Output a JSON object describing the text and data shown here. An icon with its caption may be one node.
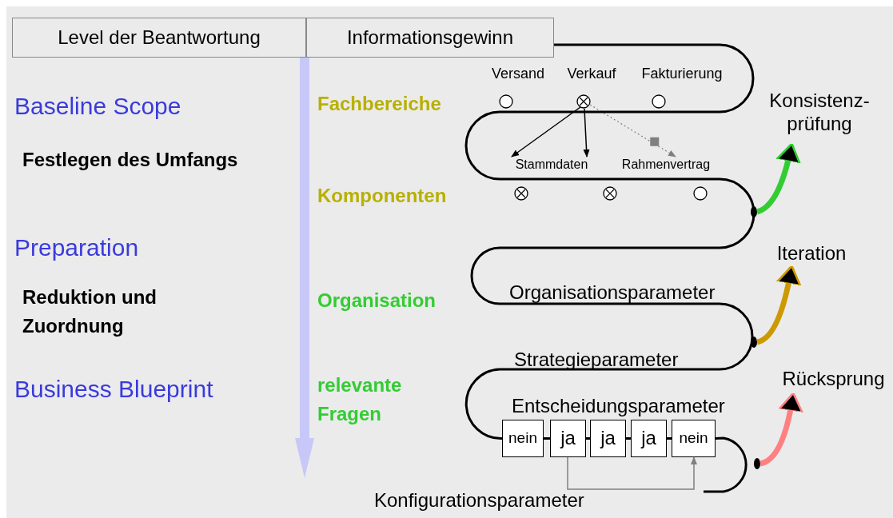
{
  "diagram": {
    "nodes": [
      {
        "text": [
          "Level der Beantwortung"
        ]
      },
      {
        "text": [
          "Informationsgewinn"
        ]
      },
      {
        "text": [
          "Versand"
        ]
      },
      {
        "text": [
          "Verkauf"
        ]
      },
      {
        "text": [
          "Fakturierung"
        ]
      },
      {
        "text": [
          "Stammdaten"
        ]
      },
      {
        "text": [
          "Rahmenvertrag"
        ]
      },
      {
        "text": [],
        "shape": "circle"
      },
      {
        "text": [],
        "shape": "circle"
      },
      {
        "text": [],
        "shape": "circle"
      },
      {
        "text": [
          "nein"
        ]
      },
      {
        "text": [
          "ja"
        ]
      },
      {
        "text": [
          "ja"
        ]
      },
      {
        "text": [
          "ja"
        ]
      },
      {
        "text": [
          "nein"
        ]
      },
      {
        "text": [
          "Konsistenz- prüfung"
        ]
      },
      {
        "text": [
          "Iteration"
        ]
      },
      {
        "text": [
          "Rücksprung"
        ]
      }
    ],
    "edges": [
      {
        "from": 3,
        "to": 5,
        "arrow": "to"
      },
      {
        "from": 3,
        "to": 5,
        "arrow": "to"
      },
      {
        "from": 3,
        "to": 6,
        "arrow": "to",
        "style": "dashed",
        "color": "#808080"
      },
      {
        "from": 10,
        "to": 11,
        "arrow": "none"
      },
      {
        "from": 11,
        "to": 12,
        "arrow": "none"
      },
      {
        "from": 12,
        "to": 13,
        "arrow": "none"
      },
      {
        "from": 13,
        "to": 14,
        "arrow": "none"
      },
      {
        "from": 11,
        "to": 14,
        "arrow": "to",
        "color": "#808080"
      },
      {
        "from": null,
        "to": 15,
        "arrow": "to",
        "style": "thick",
        "color": "#33cc33"
      },
      {
        "from": null,
        "to": 16,
        "arrow": "to",
        "style": "thick",
        "color": "#cc9900"
      },
      {
        "from": null,
        "to": 17,
        "arrow": "to",
        "style": "thick",
        "color": "#ff8080"
      },
      {
        "from": 1,
        "to": 10,
        "arrow": "none"
      },
      {
        "from": 14,
        "to": null,
        "arrow": "none"
      }
    ],
    "labels": [
      "Baseline Scope",
      "Fachbereiche",
      "Festlegen des Umfangs",
      "Komponenten",
      "Preparation",
      "Reduktion und Zuordnung",
      "Organisation",
      "Organisationsparameter",
      "Strategieparameter",
      "Business Blueprint",
      "relevante Fragen",
      "Entscheidungsparameter",
      "Konfigurationsparameter"
    ]
  }
}
